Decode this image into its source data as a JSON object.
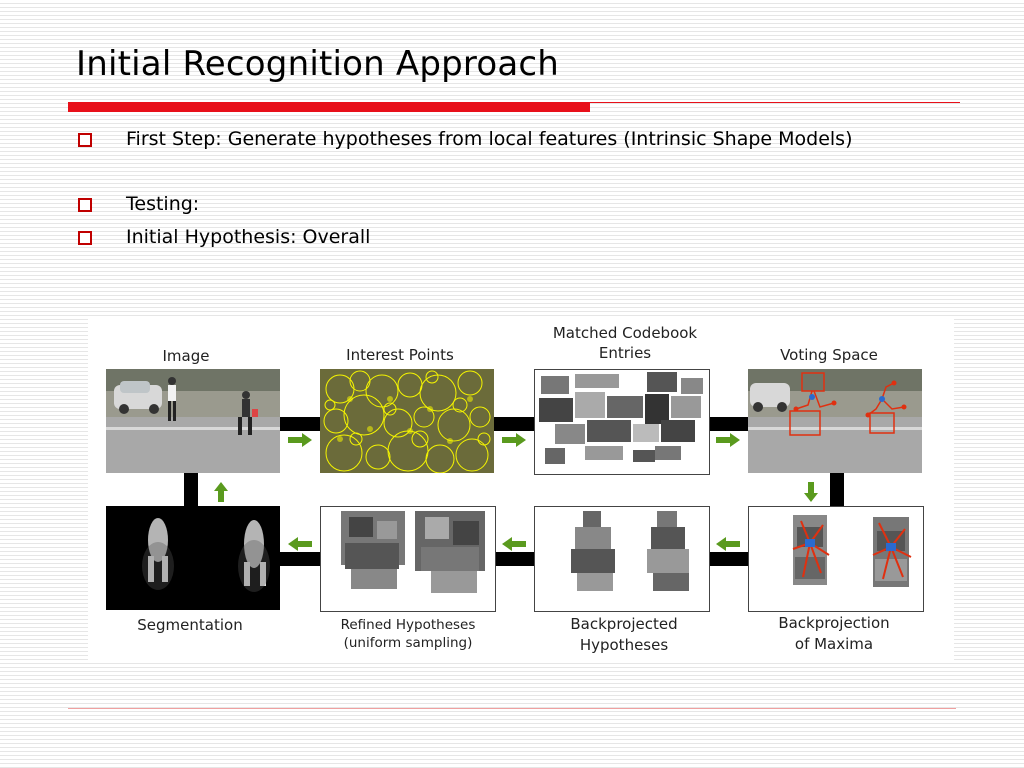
{
  "slide": {
    "title": "Initial Recognition Approach",
    "bullets": [
      "First Step: Generate hypotheses from local features (Intrinsic Shape Models)",
      "Testing:",
      "Initial Hypothesis: Overall"
    ]
  },
  "figure": {
    "labels": {
      "image": "Image",
      "interest_points": "Interest Points",
      "matched_line1": "Matched Codebook",
      "matched_line2": "Entries",
      "voting_space": "Voting Space",
      "segmentation": "Segmentation",
      "refined_line1": "Refined Hypotheses",
      "refined_line2": "(uniform sampling)",
      "backproj_line1": "Backprojected",
      "backproj_line2": "Hypotheses",
      "maxima_line1": "Backprojection",
      "maxima_line2": "of Maxima"
    },
    "colors": {
      "accent": "#e8101a",
      "bullet_box": "#c00000",
      "arrow": "#5a9a1e",
      "interest_circles": "#f5f500",
      "vote_marks": "#e03010"
    },
    "icons": [
      "right-arrow-icon",
      "left-arrow-icon",
      "up-arrow-icon",
      "down-arrow-icon"
    ]
  }
}
